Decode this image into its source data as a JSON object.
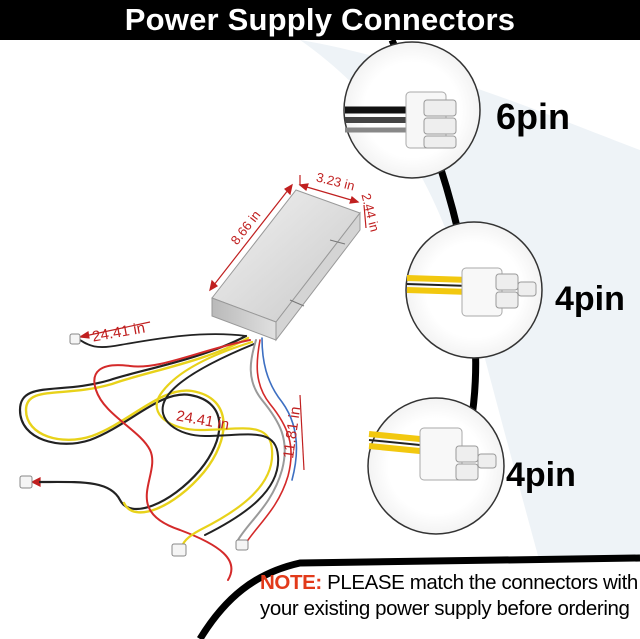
{
  "title": "Power Supply Connectors",
  "dimensions": {
    "width": "3.23 in",
    "depth": "2.44 in",
    "length": "8.66 in",
    "cable_a": "24.41 in",
    "cable_b": "24.41 in",
    "cable_c": "11.81 in"
  },
  "connectors": [
    {
      "label": "6pin"
    },
    {
      "label": "4pin"
    },
    {
      "label": "4pin"
    }
  ],
  "note": {
    "keyword": "NOTE:",
    "line1_rest": " PLEASE match the connectors with",
    "line2": "your existing power supply before ordering"
  },
  "colors": {
    "banner": "#000000",
    "dimension_text": "#c02020",
    "note_keyword": "#e23a1a",
    "wire_yellow": "#e8d21a",
    "wire_red": "#d42a2a",
    "wire_gray": "#9a9a9a"
  }
}
